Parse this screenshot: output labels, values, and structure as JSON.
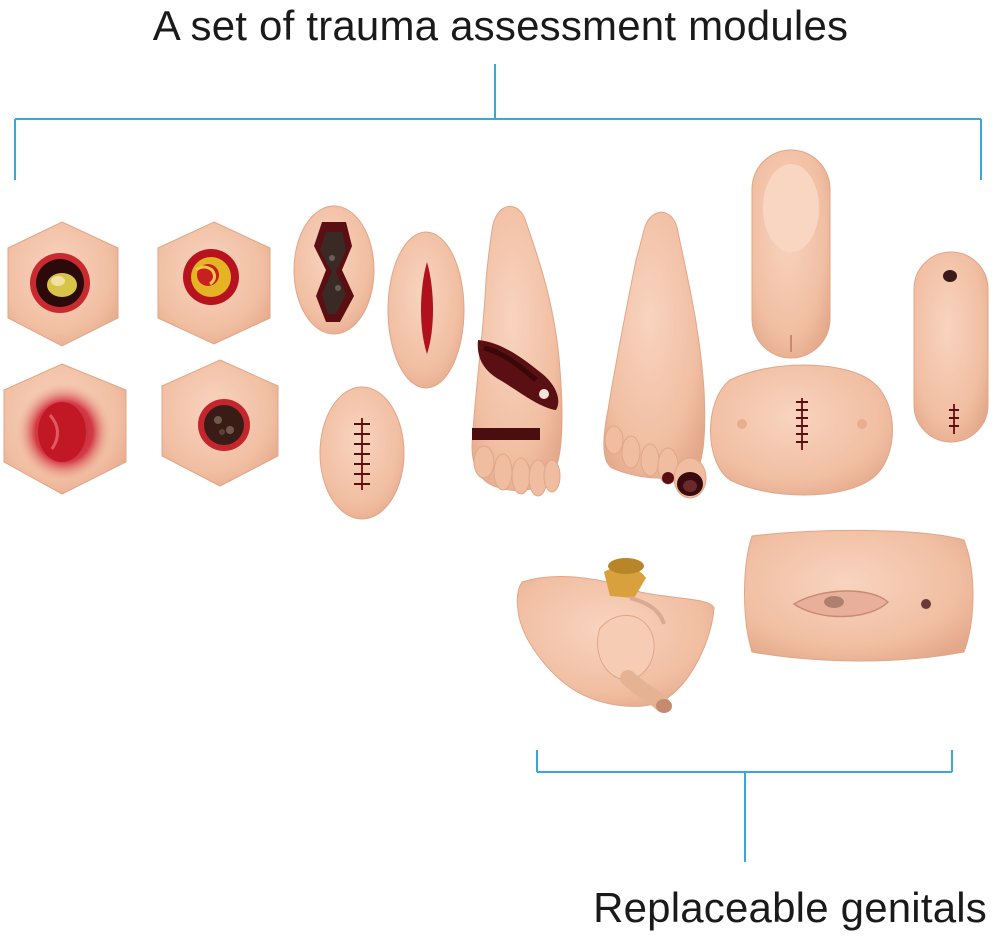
{
  "captions": {
    "top": "A set of trauma assessment modules",
    "bottom": "Replaceable genitals"
  },
  "colors": {
    "bracket": "#3aa7d6",
    "skin": "#f3c3a8",
    "skin_shadow": "#e2a88a",
    "wound_red": "#b3101d",
    "wound_dark": "#3b0b0e",
    "slough_yellow": "#d9c44a"
  },
  "modules": [
    {
      "name": "hexagon-wound-pad-slough",
      "shape": "hexagon"
    },
    {
      "name": "hexagon-wound-pad-infected",
      "shape": "hexagon"
    },
    {
      "name": "hexagon-wound-pad-abrasion",
      "shape": "hexagon"
    },
    {
      "name": "hexagon-wound-pad-necrotic",
      "shape": "hexagon"
    },
    {
      "name": "oval-pad-laceration-open",
      "shape": "oval"
    },
    {
      "name": "oval-pad-incision",
      "shape": "oval"
    },
    {
      "name": "oval-pad-sutured",
      "shape": "oval"
    },
    {
      "name": "foot-module-crush-injury",
      "shape": "foot"
    },
    {
      "name": "foot-module-toe-wound",
      "shape": "foot"
    },
    {
      "name": "breast-pad",
      "shape": "rounded"
    },
    {
      "name": "abdomen-pad-sutured",
      "shape": "rounded"
    },
    {
      "name": "stoma-pad-sutured",
      "shape": "rounded"
    },
    {
      "name": "male-genital-module",
      "shape": "genital"
    },
    {
      "name": "female-genital-module",
      "shape": "genital"
    }
  ]
}
